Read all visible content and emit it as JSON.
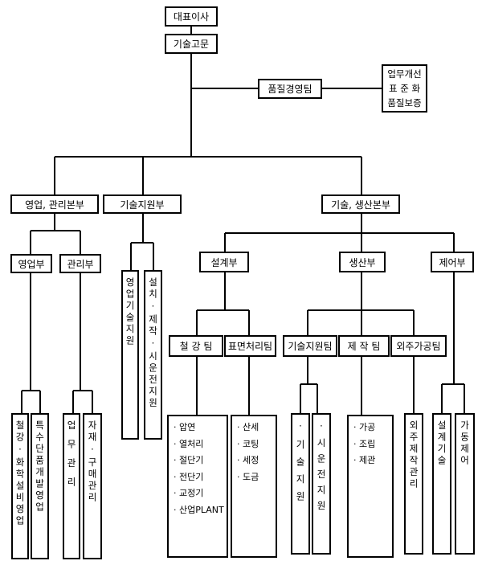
{
  "chart": {
    "ceo": "대표이사",
    "tech_advisor": "기술고문",
    "quality_team": "품질경영팀",
    "quality_tasks": [
      "업무개선",
      "표 준 화",
      "품질보증"
    ],
    "divisions": {
      "sales_admin": "영업, 관리본부",
      "tech_support": "기술지원부",
      "tech_production": "기술, 생산본부"
    },
    "sales_admin": {
      "sales_dept": "영업부",
      "admin_dept": "관리부",
      "sales_tasks": [
        "철강·화학설비영업",
        "특수단품개발영업"
      ],
      "admin_tasks": [
        "업무관리",
        "자재·구매관리"
      ]
    },
    "tech_support": {
      "tasks": [
        "영업기술지원",
        "설치·제작·시운전지원"
      ]
    },
    "tech_production": {
      "design_dept": "설계부",
      "production_dept": "생산부",
      "control_dept": "제어부",
      "design_teams": [
        "철 강 팀",
        "표면처리팀"
      ],
      "production_teams": [
        "기술지원팀",
        "제 작 팀",
        "외주가공팀"
      ],
      "steel_team_tasks": [
        "· 압연",
        "· 열처리",
        "· 절단기",
        "· 전단기",
        "· 교정기",
        "· 산업PLANT"
      ],
      "surface_team_tasks": [
        "· 산세",
        "· 코팅",
        "· 세정",
        "· 도금"
      ],
      "tech_support_team_tasks": [
        "·기술지원",
        "·시운전지원"
      ],
      "fabrication_team_tasks": [
        "· 가공",
        "· 조립",
        "· 제관"
      ],
      "outsourcing_tasks": [
        "외주제작관리"
      ],
      "control_tasks": [
        "설계기술",
        "가동제어"
      ]
    }
  }
}
